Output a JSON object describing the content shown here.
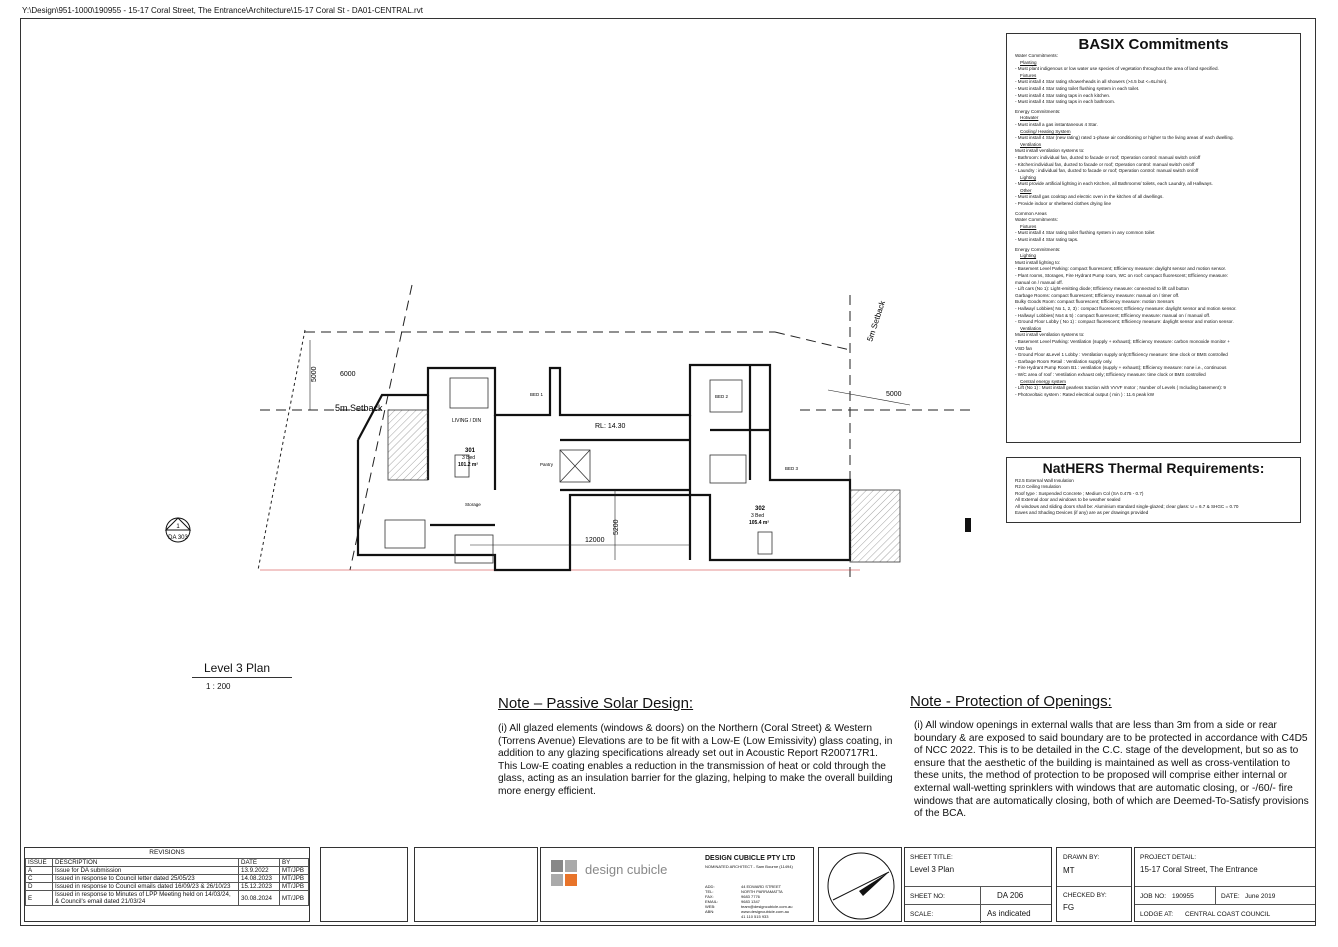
{
  "file_path": "Y:\\Design\\951-1000\\190955 - 15-17 Coral Street, The Entrance\\Architecture\\15-17 Coral St - DA01-CENTRAL.rvt",
  "basix": {
    "title": "BASIX Commitments",
    "lines": [
      {
        "t": "Water Commitments:",
        "s": "n"
      },
      {
        "t": "Planting",
        "s": "sub"
      },
      {
        "t": "- Must plant indigenous or low water use species of vegetation throughout the area of land specified.",
        "s": "n"
      },
      {
        "t": "Fixtures",
        "s": "sub"
      },
      {
        "t": "- Must install 4 Star rating showerheads in all showers (>4.5 but <=6L/min).",
        "s": "n"
      },
      {
        "t": "- Must install 4 Star rating toilet flushing system in each toilet.",
        "s": "n"
      },
      {
        "t": "- Must install 4 Star rating taps in each kitchen.",
        "s": "n"
      },
      {
        "t": "- Must install 4 Star rating taps in each bathroom.",
        "s": "n"
      },
      {
        "t": "Energy Commitments:",
        "s": "gap"
      },
      {
        "t": "Hotwater",
        "s": "sub"
      },
      {
        "t": "- Must install a gas instantaneous 4 Star.",
        "s": "n"
      },
      {
        "t": "Cooling/ Heating System",
        "s": "sub"
      },
      {
        "t": "- Must install 4 Star (new rating) rated 1-phase air conditioning or higher to the living areas of each dwelling.",
        "s": "n"
      },
      {
        "t": "Ventilation",
        "s": "sub"
      },
      {
        "t": "Must install ventilation systems to:",
        "s": "n"
      },
      {
        "t": "- Bathroom: individual fan, ducted to facade or roof; Operation control: manual switch on/off",
        "s": "n"
      },
      {
        "t": "- Kitchen:individual fan, ducted to facade or roof; Operation control: manual switch on/off",
        "s": "n"
      },
      {
        "t": "- Laundry : individual fan, ducted to facade or roof; Operation control: manual switch on/off",
        "s": "n"
      },
      {
        "t": "Lighting",
        "s": "sub"
      },
      {
        "t": "- Must provide artificial lighting in each Kitchen, all Bathrooms/ toilets, each Laundry, all Hallways.",
        "s": "n"
      },
      {
        "t": "Other",
        "s": "sub"
      },
      {
        "t": "- Must install gas cooktop and electric oven in the kitchen of all dwellings.",
        "s": "n"
      },
      {
        "t": "- Provide indoor or sheltered clothes drying line",
        "s": "n"
      },
      {
        "t": "Common Areas",
        "s": "gap"
      },
      {
        "t": "Water Commitments:",
        "s": "n"
      },
      {
        "t": "Fixtures",
        "s": "sub"
      },
      {
        "t": "- Must install 4 Star rating toilet flushing system in any common toilet",
        "s": "n"
      },
      {
        "t": "- Must install 4 Star rating taps.",
        "s": "n"
      },
      {
        "t": "Energy Commitments:",
        "s": "gap"
      },
      {
        "t": "Lighting",
        "s": "sub"
      },
      {
        "t": "Must install lighting to:",
        "s": "n"
      },
      {
        "t": "- Basement Level Parking: compact fluorescent; Efficiency measure: daylight sensor and motion sensor.",
        "s": "n"
      },
      {
        "t": "- Plant rooms, Storages, Fire Hydrant Pump room, WC on roof: compact fluorescent; Efficiency measure:",
        "s": "n"
      },
      {
        "t": "manual on / manual off.",
        "s": "n"
      },
      {
        "t": "- Lift cars (No 1): Light-emitting diode; Efficiency measure: connected to lift call button",
        "s": "n"
      },
      {
        "t": "Garbage Rooms: compact fluorescent; Efficiency measure: manual on / timer off.",
        "s": "n"
      },
      {
        "t": "Bulky Goods Room: compact fluorescent; Efficiency measure: motion Sensors",
        "s": "n"
      },
      {
        "t": "- Hallway/ Lobbies( No 1, 2, 3) : compact fluorescent; Efficiency measure: daylight sensor and motion sensor.",
        "s": "n"
      },
      {
        "t": "- Hallway/ Lobbies( No4 & 5) : compact fluorescent; Efficiency measure: manual on / manual off.",
        "s": "n"
      },
      {
        "t": "- Ground Floor Lobby ( No 1) : compact fluorescent; Efficiency measure: daylight sensor and motion sensor.",
        "s": "n"
      },
      {
        "t": "Ventilation",
        "s": "sub"
      },
      {
        "t": "Must install ventilation systems to:",
        "s": "n"
      },
      {
        "t": "- Basement Level Parking: Ventilation (supply + exhaust); Efficiency measure: carbon monoxide monitor +",
        "s": "n"
      },
      {
        "t": "VSD fan",
        "s": "n"
      },
      {
        "t": "- Ground Floor &Level 1 Lobby : Ventilation supply only;Efficiency measure: time clock or BMS controlled",
        "s": "n"
      },
      {
        "t": "- Garbage Room Retail : Ventilation supply only.",
        "s": "n"
      },
      {
        "t": "- Fire Hydrant Pump Room B1 : ventilation (supply + exhaust); Efficiency measure: none i.e., continuous",
        "s": "n"
      },
      {
        "t": "- W/C area of roof : Ventilation exhaust only; Efficiency measure: time clock or BMS controlled",
        "s": "n"
      },
      {
        "t": "Central energy system",
        "s": "sub"
      },
      {
        "t": "- Lift (No 1) : Must install gearless traction with VVVF motor ; Number of Levels ( Including basement): 9",
        "s": "n"
      },
      {
        "t": "- Photovoltaic system : Rated electrical output ( min ) : 11.6 peak kW",
        "s": "n"
      }
    ]
  },
  "nathers": {
    "title": "NatHERS Thermal Requirements:",
    "lines": [
      "R2.5 External Wall Insulation",
      "R2.0 Ceiling Insulation",
      "Roof type : Suspended Concrete ; Medium Col (SA 0.475 - 0.7)",
      "All External door and windows to be weather sealed",
      "All windows and sliding doors shall be: Aluminium standard single-glazed; clear glass: U = 6.7 & SHGC = 0.70",
      "Eaves and Shading Devices (if any) are as per drawings provided"
    ]
  },
  "plan": {
    "title": "Level 3 Plan",
    "scale": "1 : 200",
    "labels": {
      "setback_left": "5m Setback",
      "setback_right": "5m Setback",
      "rl": "RL: 14.30",
      "dim_12000": "12000",
      "dim_5200": "5200",
      "dim_5000_left": "5000",
      "dim_5000_right": "5000",
      "dim_6000": "6000",
      "unit_301": "301\n3 Bed\n101.2 m²",
      "unit_301_a": "301",
      "unit_301_b": "3 Bed",
      "unit_301_c": "101.2 m²",
      "unit_302_a": "302",
      "unit_302_b": "3 Bed",
      "unit_302_c": "105.4 m²",
      "living": "LIVING / DIN",
      "bed1": "BED 1",
      "bed2": "BED 2",
      "bed3": "BED 3",
      "storage": "Storage",
      "pantry": "Pantry",
      "section_num": "1",
      "section_ref": "DA 303"
    }
  },
  "notes": {
    "passive_title": "Note – Passive Solar Design:",
    "passive_body": "(i) All glazed elements (windows & doors) on the Northern (Coral Street) & Western (Torrens Avenue) Elevations are to be fit with a Low-E (Low Emissivity) glass coating, in addition to any glazing specifications already set out in Acoustic Report R200717R1. This Low-E coating enables a reduction in the transmission of heat or cold through the glass, acting as an insulation barrier for the glazing, helping to make the overall building more energy efficient.",
    "protection_title": "Note - Protection of Openings:",
    "protection_body": "(i) All window openings in external walls that are less than 3m from a side or rear boundary & are exposed to said boundary are to be protected in accordance with C4D5 of NCC 2022. This is to be detailed in the C.C. stage of the development, but so as to ensure that the aesthetic of the building is maintained as well as cross-ventilation to these units, the method of protection to be proposed will comprise either internal or external wall-wetting sprinklers with windows that are automatic closing, or -/60/- fire windows that are automatically closing, both of which are Deemed-To-Satisfy provisions of the BCA."
  },
  "revisions": {
    "title": "REVISIONS",
    "headers": [
      "ISSUE",
      "DESCRIPTION",
      "DATE",
      "BY"
    ],
    "rows": [
      [
        "A",
        "Issue for DA submission",
        "13.9.2022",
        "MT/JPB"
      ],
      [
        "C",
        "Issued in response to Council letter dated 25/05/23",
        "14.08.2023",
        "MT/JPB"
      ],
      [
        "D",
        "Issued in response to Council emails dated 16/09/23 & 26/10/23",
        "15.12.2023",
        "MT/JPB"
      ],
      [
        "E",
        "Issued in response to Minutes of LPP Meeting held on 14/03/24, & Council's email dated 21/03/24",
        "30.08.2024",
        "MT/JPB"
      ]
    ]
  },
  "firm": {
    "name": "DESIGN CUBICLE PTY LTD",
    "nominated": "NOMINATED ARCHITECT - Sam Bourne (11494)",
    "logo_text": "design cubicle",
    "contact_labels": [
      "ADD:",
      "TEL:",
      "FAX:",
      "EMAIL:",
      "WEB:",
      "ABN:"
    ],
    "contact_values": [
      "44 EDWARD STREET",
      "NORTH PARRAMATTA",
      "9683 7776",
      "9683 1347",
      "team@designcubicle.com.au",
      "www.designcubicle.com.au",
      "41 110 515 933"
    ]
  },
  "title_block": {
    "sheet_title_label": "SHEET TITLE:",
    "sheet_title": "Level 3 Plan",
    "sheet_no_label": "SHEET NO:",
    "sheet_no": "DA 206",
    "scale_label": "SCALE:",
    "scale": "As indicated",
    "drawn_by_label": "DRAWN BY:",
    "drawn_by": "MT",
    "checked_by_label": "CHECKED BY:",
    "checked_by": "FG",
    "project_label": "PROJECT DETAIL:",
    "project": "15-17 Coral Street, The Entrance",
    "job_no_label": "JOB NO:",
    "job_no": "190955",
    "date_label": "DATE:",
    "date": "June 2019",
    "lodge_label": "LODGE AT:",
    "lodge": "CENTRAL COAST COUNCIL"
  },
  "colors": {
    "line": "#222222",
    "hatch": "#555555",
    "logo_orange": "#e8742a",
    "logo_grey": "#888888"
  }
}
